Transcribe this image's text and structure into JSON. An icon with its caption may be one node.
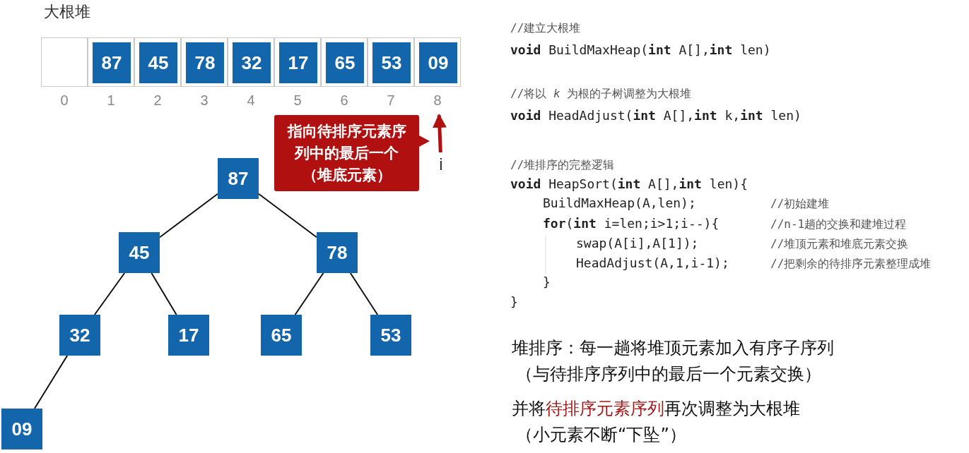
{
  "diagram": {
    "title": "大根堆",
    "nodes": [
      {
        "text": [],
        "shape": "box",
        "beside": [
          "0"
        ]
      },
      {
        "text": [
          "87"
        ],
        "beside": [
          "1"
        ]
      },
      {
        "text": [
          "45"
        ],
        "beside": [
          "2"
        ]
      },
      {
        "text": [
          "78"
        ],
        "beside": [
          "3"
        ]
      },
      {
        "text": [
          "32"
        ],
        "beside": [
          "4"
        ]
      },
      {
        "text": [
          "17"
        ],
        "beside": [
          "5"
        ]
      },
      {
        "text": [
          "65"
        ],
        "beside": [
          "6"
        ]
      },
      {
        "text": [
          "53"
        ],
        "beside": [
          "7"
        ]
      },
      {
        "text": [
          "09"
        ],
        "beside": [
          "8"
        ]
      },
      {
        "text": [
          "指向待排序元素序列中的最后一个（堆底元素）"
        ]
      },
      {
        "text": [
          "i"
        ]
      },
      {
        "text": [
          "87"
        ]
      },
      {
        "text": [
          "45"
        ]
      },
      {
        "text": [
          "78"
        ]
      },
      {
        "text": [
          "32"
        ]
      },
      {
        "text": [
          "17"
        ]
      },
      {
        "text": [
          "65"
        ]
      },
      {
        "text": [
          "53"
        ]
      },
      {
        "text": [
          "09"
        ]
      }
    ],
    "edges": [
      {
        "from": 10,
        "to": 8,
        "arrow": "to",
        "style": "thick",
        "color": "#b01010"
      },
      {
        "from": 11,
        "to": 12,
        "arrow": "none"
      },
      {
        "from": 11,
        "to": 13,
        "arrow": "none"
      },
      {
        "from": 12,
        "to": 14,
        "arrow": "none"
      },
      {
        "from": 12,
        "to": 15,
        "arrow": "none"
      },
      {
        "from": 13,
        "to": 16,
        "arrow": "none"
      },
      {
        "from": 13,
        "to": 17,
        "arrow": "none"
      },
      {
        "from": 14,
        "to": 18,
        "arrow": "none"
      }
    ],
    "labels": [
      "//建立大根堆",
      "**void** BuildMaxHeap(**int** A[],**int** len)",
      "//将以 *k* 为根的子树调整为大根堆",
      "**void** HeadAdjust(**int** A[],**int** k,**int** len)",
      "//堆排序的完整逻辑",
      "**void** HeapSort(**int** A[],**int** len){",
      "BuildMaxHeap(A,len);",
      "//初始建堆",
      "**for**(**int** i=len;i>1;i--){",
      "//n-1趟的交换和建堆过程",
      "swap(A[i],A[1]);",
      "//堆顶元素和堆底元素交换",
      "HeadAdjust(A,1,i-1);",
      "//把剩余的待排序元素整理成堆",
      "}",
      "}",
      "堆排序：每一趟将堆顶元素加入有序子序列",
      "（与待排序序列中的最后一个元素交换）",
      "并将",
      "待排序元素序列",
      "再次调整为大根堆",
      "（小元素不断“下坠”）"
    ]
  }
}
